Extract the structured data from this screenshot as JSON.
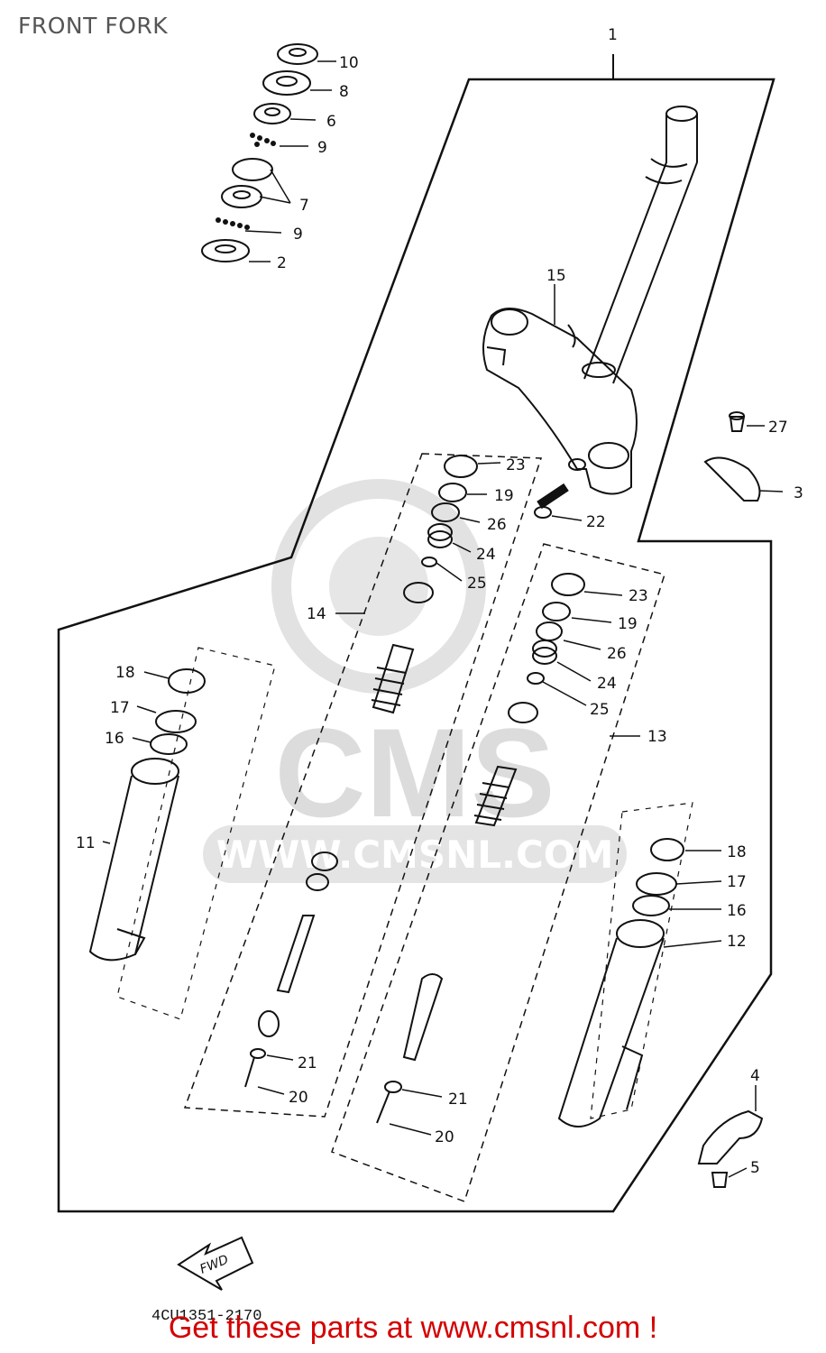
{
  "title": "FRONT FORK",
  "watermark": {
    "logo_text": "CMS",
    "url": "WWW.CMSNL.COM"
  },
  "fwd_arrow": "FWD",
  "diagram_code": "4CU1351-2170",
  "footer": "Get these parts at www.cmsnl.com !",
  "callouts": {
    "c1": "1",
    "c10": "10",
    "c8": "8",
    "c6": "6",
    "c9a": "9",
    "c7": "7",
    "c9b": "9",
    "c2": "2",
    "c15": "15",
    "c27": "27",
    "c3": "3",
    "c22": "22",
    "c23a": "23",
    "c19a": "19",
    "c26a": "26",
    "c24a": "24",
    "c25a": "25",
    "c14": "14",
    "c23b": "23",
    "c19b": "19",
    "c26b": "26",
    "c24b": "24",
    "c25b": "25",
    "c13": "13",
    "c18a": "18",
    "c17a": "17",
    "c16a": "16",
    "c11": "11",
    "c18b": "18",
    "c17b": "17",
    "c16b": "16",
    "c12": "12",
    "c21a": "21",
    "c20a": "20",
    "c21b": "21",
    "c20b": "20",
    "c4": "4",
    "c5": "5"
  },
  "colors": {
    "line": "#111111",
    "watermark": "#dcdcdc",
    "footer": "#d40000"
  }
}
